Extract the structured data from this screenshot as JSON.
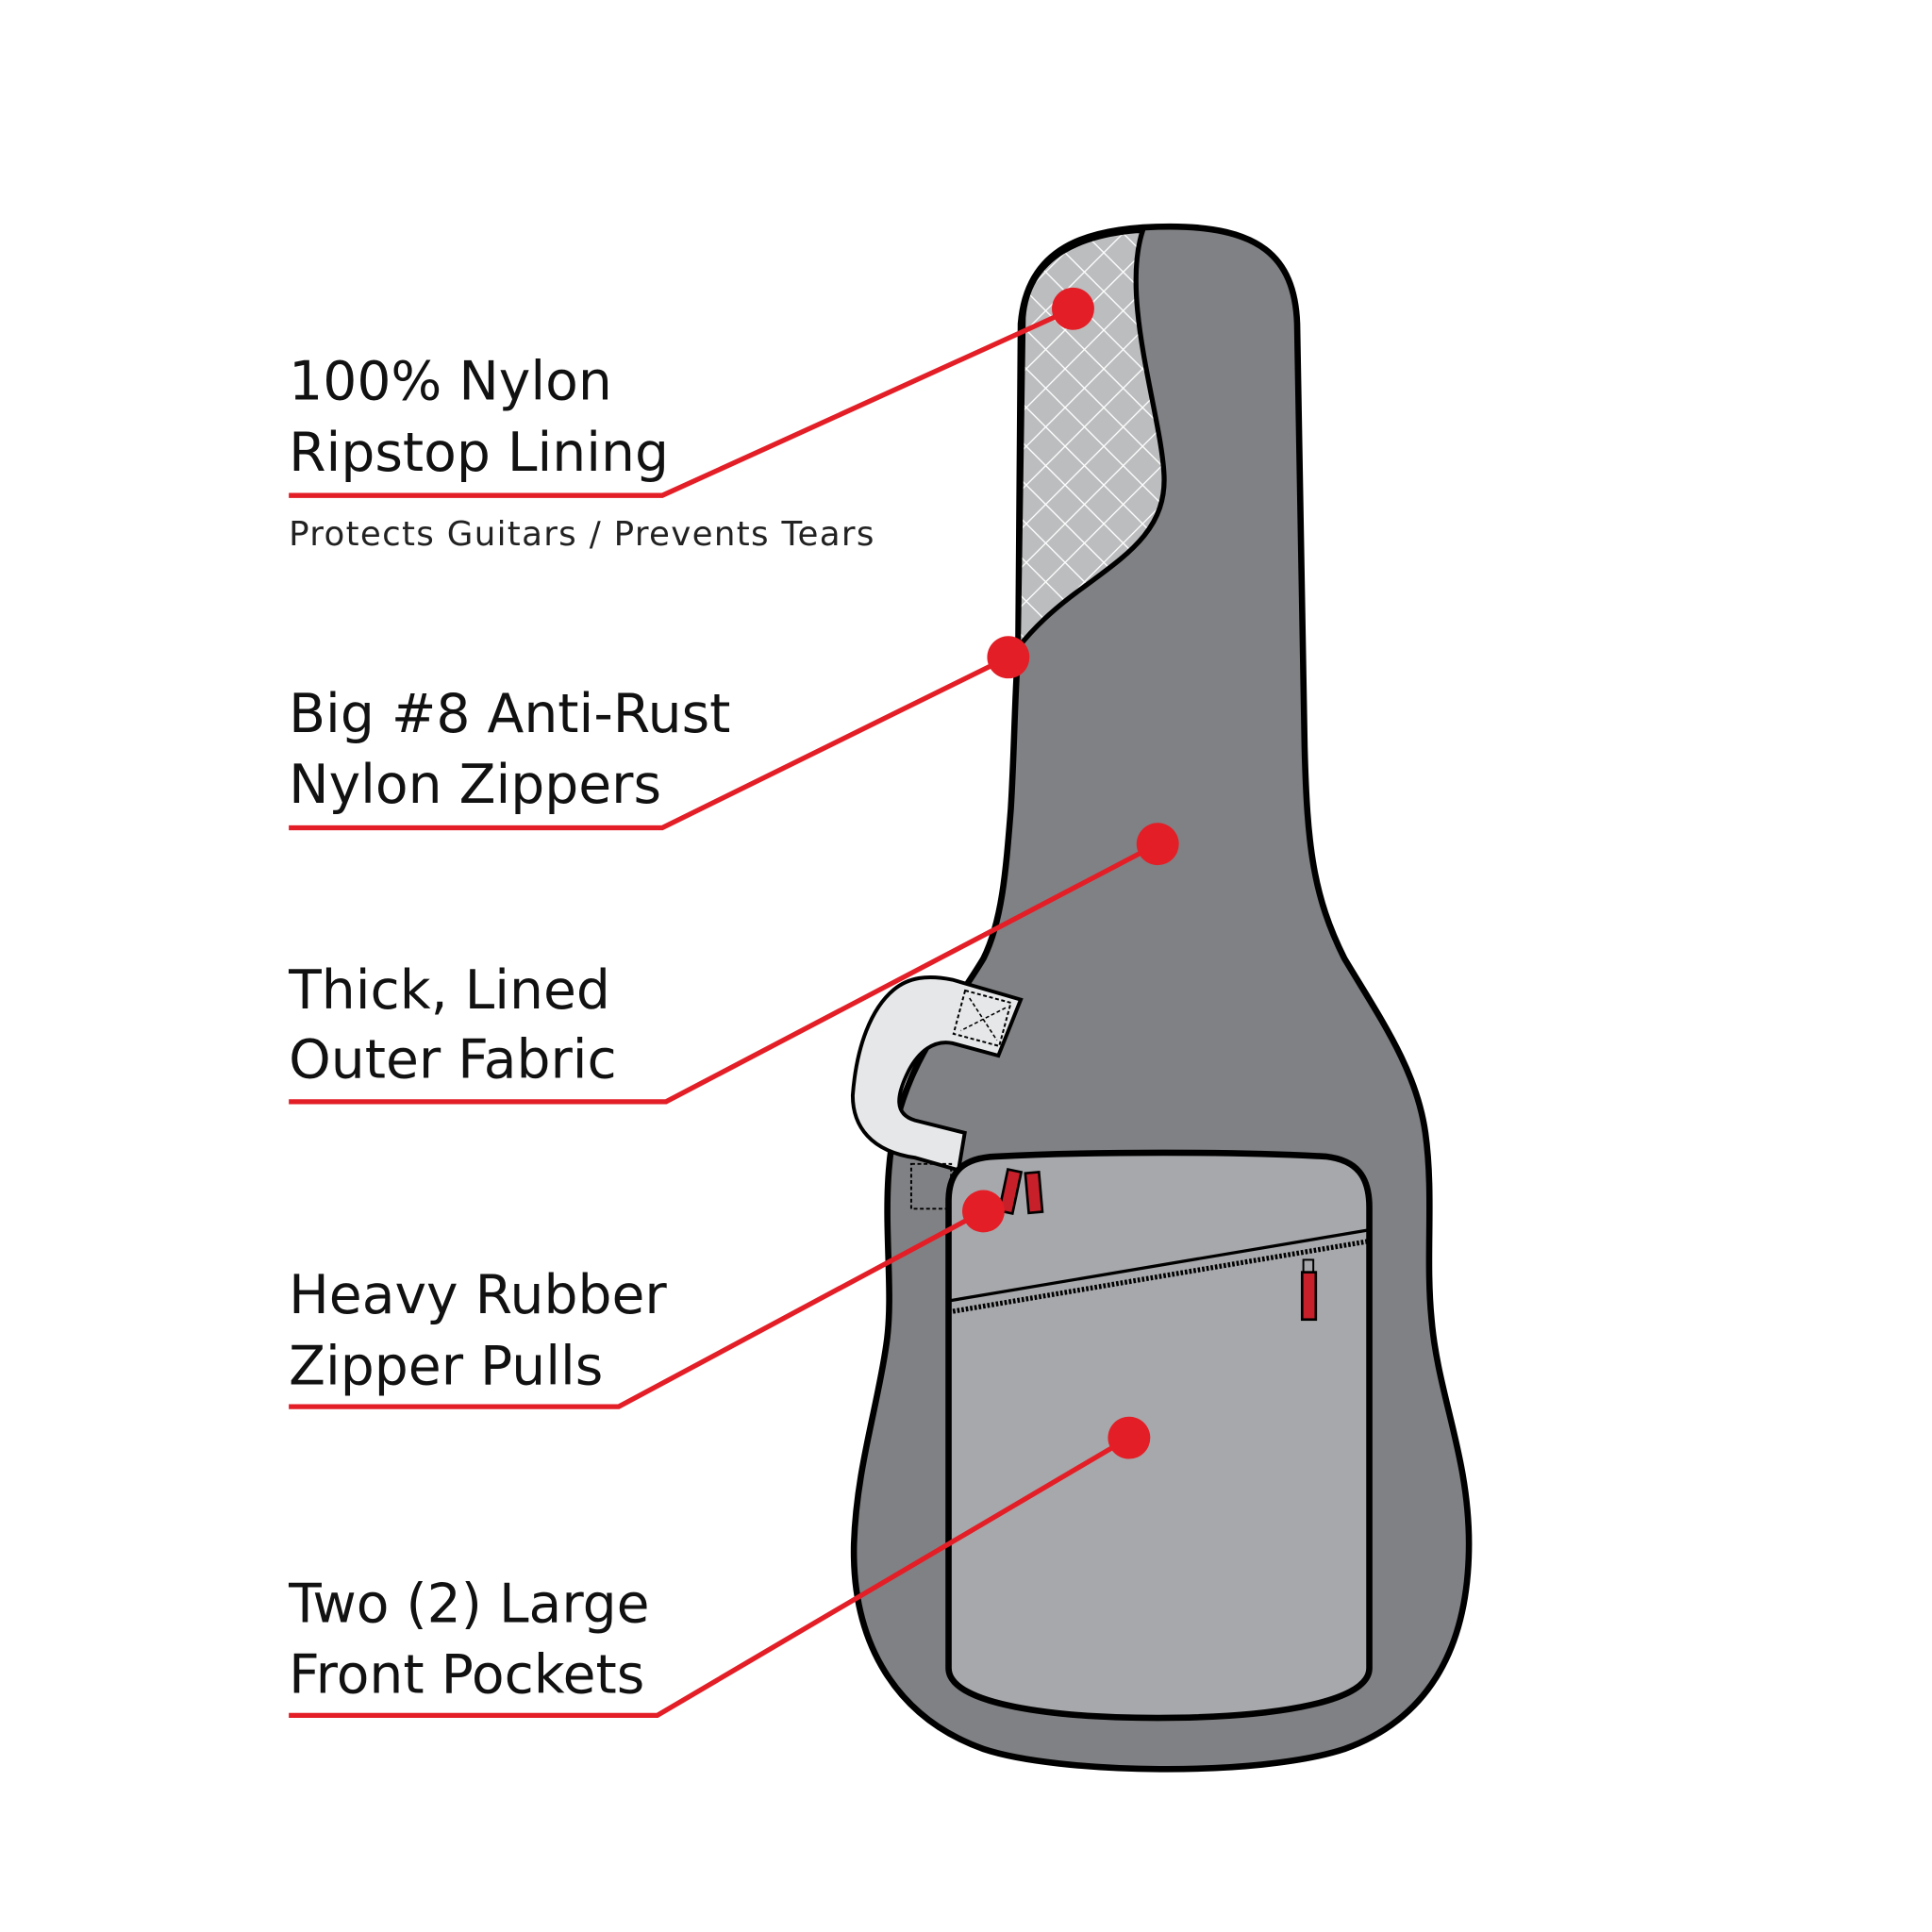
{
  "callouts": [
    {
      "line1": "100% Nylon",
      "line2": "Ripstop Lining",
      "subtitle": "Protects Guitars / Prevents Tears"
    },
    {
      "line1": "Big #8 Anti-Rust",
      "line2": "Nylon Zippers"
    },
    {
      "line1": "Thick, Lined",
      "line2": "Outer Fabric"
    },
    {
      "line1": "Heavy Rubber",
      "line2": "Zipper Pulls"
    },
    {
      "line1": "Two (2) Large",
      "line2": "Front Pockets"
    }
  ],
  "colors": {
    "accent": "#e31e26",
    "bag": "#808184",
    "pocket": "#a7a8ab",
    "lining": "#bcbdbf"
  }
}
